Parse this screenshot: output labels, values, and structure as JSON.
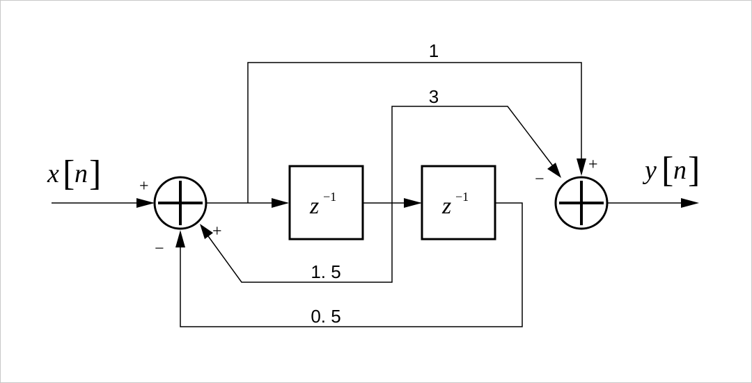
{
  "input": {
    "name": "x",
    "index": "n"
  },
  "output": {
    "name": "y",
    "index": "n"
  },
  "delays": [
    {
      "base": "z",
      "exponent": "−1"
    },
    {
      "base": "z",
      "exponent": "−1"
    }
  ],
  "gains": {
    "feedforward_direct": "1",
    "feedforward_delay1": "3",
    "feedback_delay1": "1. 5",
    "feedback_delay2": "0. 5"
  },
  "signs": {
    "sum1_input": "+",
    "sum1_feedback_delay1": "+",
    "sum1_feedback_delay2": "−",
    "sum2_feedforward_direct": "+",
    "sum2_feedforward_delay1": "−"
  }
}
